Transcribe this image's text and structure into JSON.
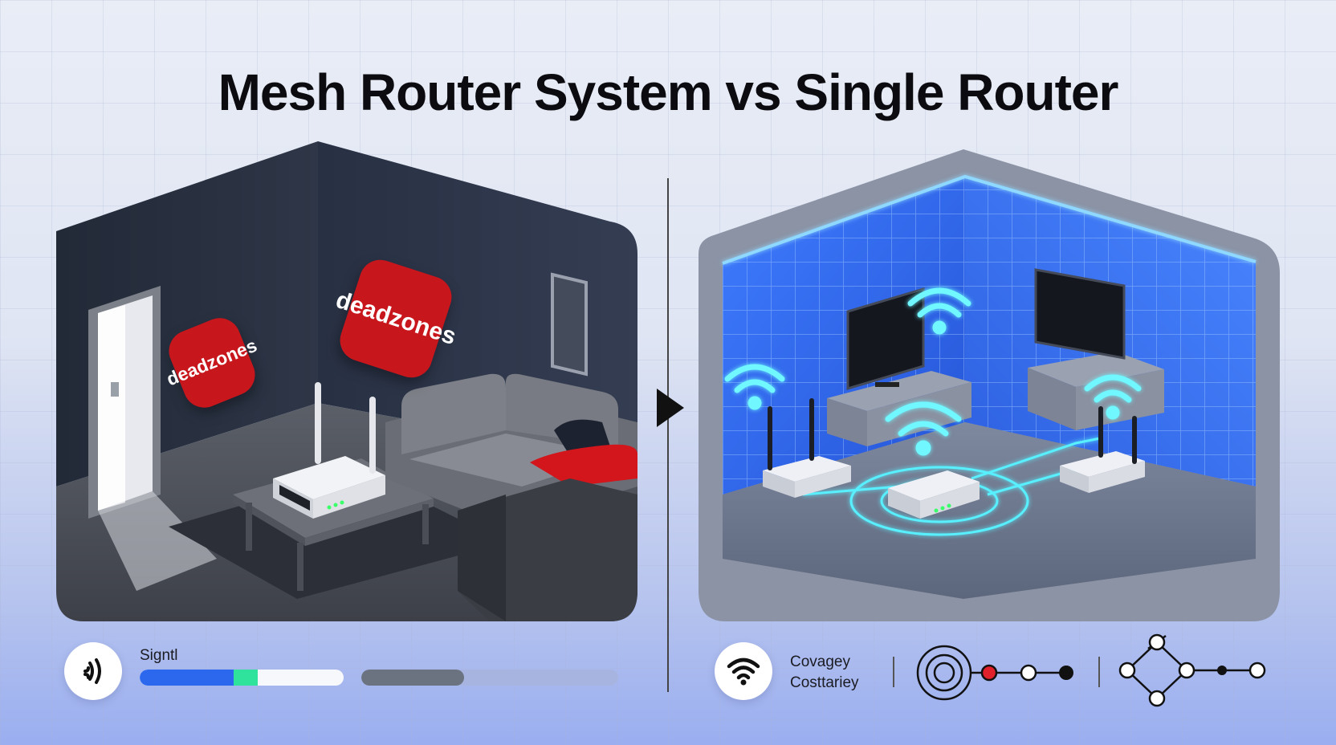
{
  "title": "Mesh Router System vs Single Router",
  "left_scene": {
    "badges": [
      {
        "label": "dead zones"
      },
      {
        "label": "dead zones"
      }
    ]
  },
  "status": {
    "signal_label": "Signtl",
    "signal_level": 0.58,
    "signal_highlight": 0.12,
    "secondary_level": 0.4,
    "coverage_lines": [
      "Covagey",
      "Costtariey"
    ]
  },
  "colors": {
    "accent_blue": "#2b68ee",
    "accent_green": "#2fe39c",
    "dead_zone_red": "#c8161d",
    "mesh_glow": "#58f0ff",
    "panel_blue": "#3f7cff"
  },
  "icons": [
    "sound-signal-icon",
    "wifi-icon",
    "concentric-target-icon",
    "node-chain-icon",
    "mesh-network-icon",
    "play-arrow-icon"
  ]
}
